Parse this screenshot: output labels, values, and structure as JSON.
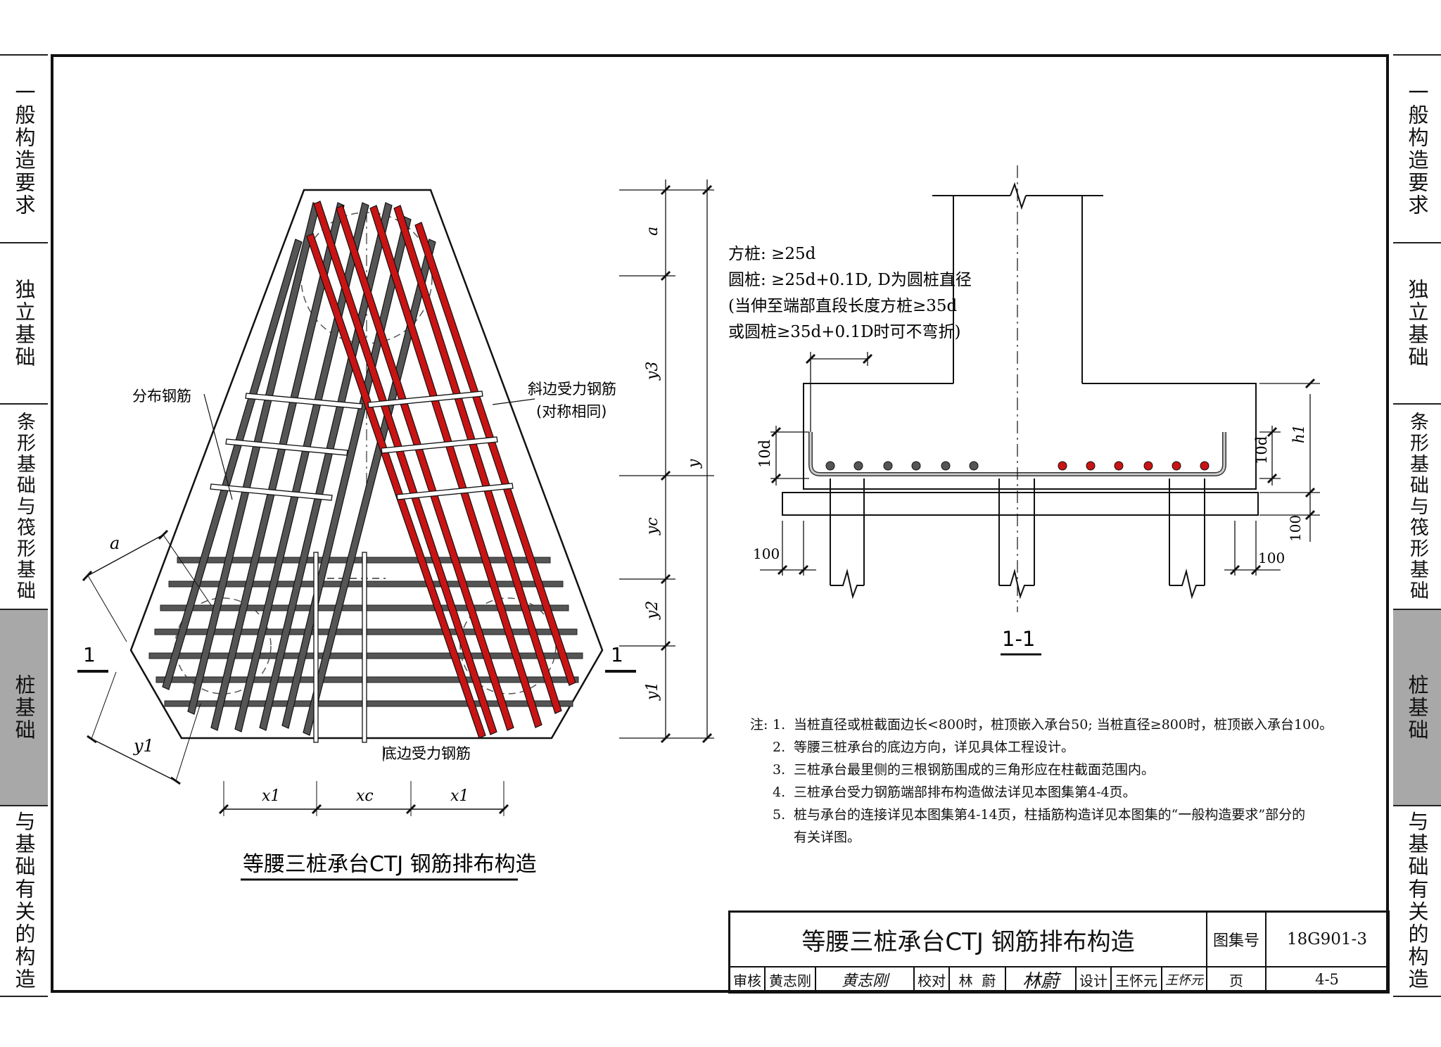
{
  "side_tabs": [
    "一般构造要求",
    "独立基础",
    "条形基础与筏形基础",
    "桩基础",
    "与基础有关的构造"
  ],
  "active_tab": "桩基础",
  "plan": {
    "title": "等腰三桩承台CTJ 钢筋排布构造",
    "label_distribution": "分布钢筋",
    "label_inclined_1": "斜边受力钢筋",
    "label_inclined_2": "(对称相同)",
    "label_bottom": "底边受力钢筋",
    "section_mark": "1",
    "dim_a": "a",
    "dim_y1": "y1",
    "dim_x1": "x1",
    "dim_xc": "xc",
    "dim_right": [
      "a",
      "y3",
      "y",
      "yc",
      "y2",
      "y1"
    ]
  },
  "section": {
    "title": "1-1",
    "note_lines": [
      "方桩: ≥25d",
      "圆桩: ≥25d+0.1D, D为圆桩直径",
      "(当伸至端部直段长度方桩≥35d",
      "或圆桩≥35d+0.1D时可不弯折)"
    ],
    "dim_10d": "10d",
    "dim_100": "100",
    "dim_h1": "h1"
  },
  "notes": {
    "label": "注:",
    "items": [
      "当桩直径或桩截面边长<800时，桩顶嵌入承台50; 当桩直径≥800时，桩顶嵌入承台100。",
      "等腰三桩承台的底边方向，详见具体工程设计。",
      "三桩承台最里侧的三根钢筋围成的三角形应在柱截面范围内。",
      "三桩承台受力钢筋端部排布构造做法详见本图集第4-4页。",
      "桩与承台的连接详见本图集第4-14页，柱插筋构造详见本图集的“一般构造要求”部分的",
      "有关详图。"
    ]
  },
  "title_block": {
    "title": "等腰三桩承台CTJ 钢筋排布构造",
    "atlas_label": "图集号",
    "atlas_no": "18G901-3",
    "review_label": "审核",
    "reviewer": "黄志刚",
    "reviewer_sig": "黄志刚",
    "check_label": "校对",
    "checker": "林  蔚",
    "checker_sig": "林蔚",
    "design_label": "设计",
    "designer": "王怀元",
    "designer_sig": "王怀元",
    "page_label": "页",
    "page_no": "4-5"
  },
  "colors": {
    "red_bar": "#c81414",
    "grey_bar": "#555555",
    "active_tab": "#a8a8a8"
  }
}
